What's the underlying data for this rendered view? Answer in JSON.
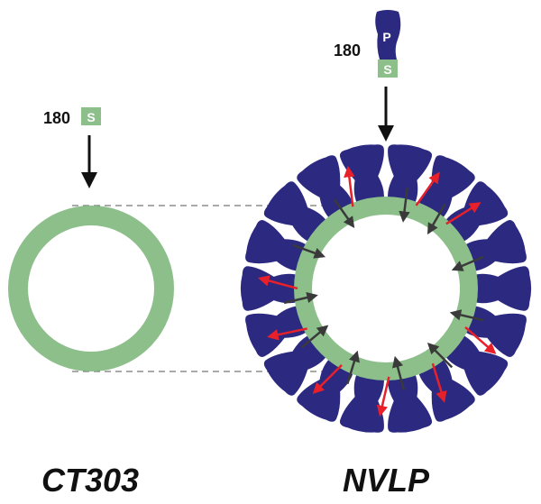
{
  "left_panel": {
    "count": "180",
    "domain_s": "S",
    "caption": "CT303"
  },
  "right_panel": {
    "count": "180",
    "domain_p": "P",
    "domain_s": "S",
    "caption": "NVLP",
    "protrusion_count": 18
  },
  "colors": {
    "shell_green": "#8dbf8b",
    "protrusion_navy": "#2b2980",
    "arrow_red": "#e8202a",
    "arrow_dark": "#3a3a3a",
    "black": "#111111"
  }
}
